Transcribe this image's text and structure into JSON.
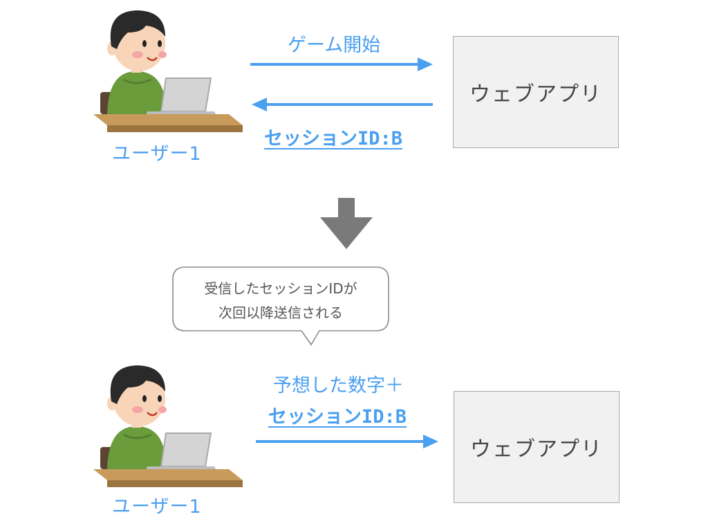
{
  "diagram": {
    "top": {
      "user_label": "ユーザー1",
      "request_label": "ゲーム開始",
      "response_label": "セッションID:B",
      "app_label": "ウェブアプリ"
    },
    "bubble": {
      "line1": "受信したセッションIDが",
      "line2": "次回以降送信される"
    },
    "bottom": {
      "user_label": "ユーザー1",
      "request_label": "予想した数字＋",
      "session_label": "セッションID:B",
      "app_label": "ウェブアプリ"
    },
    "colors": {
      "accent": "#4a9ff0",
      "down_arrow": "#7a7a7a",
      "app_box_fill": "#f1f1f1",
      "app_box_border": "#a8a8a8",
      "shirt": "#6a9c3c",
      "hair": "#2a2a2a",
      "desk": "#b98a4e",
      "laptop": "#cfcfcf"
    },
    "icons": [
      "user-at-laptop-illustration",
      "down-arrow-icon",
      "speech-bubble"
    ]
  }
}
